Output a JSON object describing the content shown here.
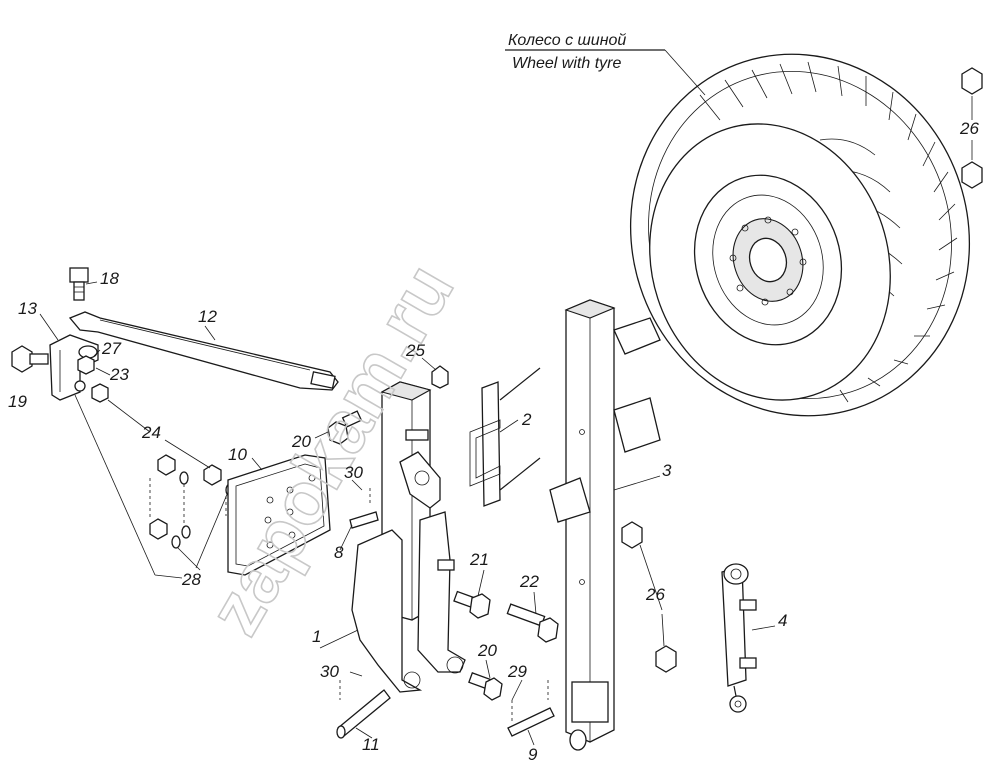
{
  "watermark": "zapokam.ru",
  "wheel_label": {
    "ru": "Колесо с шиной",
    "en": "Wheel with tyre"
  },
  "labels": [
    {
      "id": "p1",
      "text": "1"
    },
    {
      "id": "p2",
      "text": "2"
    },
    {
      "id": "p3",
      "text": "3"
    },
    {
      "id": "p4",
      "text": "4"
    },
    {
      "id": "p8",
      "text": "8"
    },
    {
      "id": "p9",
      "text": "9"
    },
    {
      "id": "p10",
      "text": "10"
    },
    {
      "id": "p11",
      "text": "11"
    },
    {
      "id": "p12",
      "text": "12"
    },
    {
      "id": "p13",
      "text": "13"
    },
    {
      "id": "p18",
      "text": "18"
    },
    {
      "id": "p19",
      "text": "19"
    },
    {
      "id": "p20a",
      "text": "20"
    },
    {
      "id": "p20b",
      "text": "20"
    },
    {
      "id": "p21",
      "text": "21"
    },
    {
      "id": "p22",
      "text": "22"
    },
    {
      "id": "p23",
      "text": "23"
    },
    {
      "id": "p24",
      "text": "24"
    },
    {
      "id": "p25",
      "text": "25"
    },
    {
      "id": "p26a",
      "text": "26"
    },
    {
      "id": "p26b",
      "text": "26"
    },
    {
      "id": "p27",
      "text": "27"
    },
    {
      "id": "p28",
      "text": "28"
    },
    {
      "id": "p29",
      "text": "29"
    },
    {
      "id": "p30a",
      "text": "30"
    },
    {
      "id": "p30b",
      "text": "30"
    }
  ]
}
